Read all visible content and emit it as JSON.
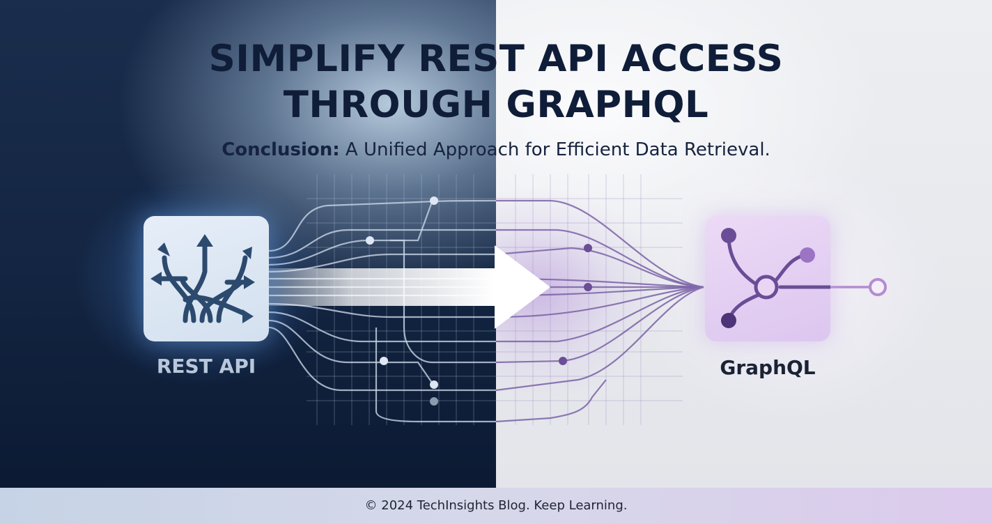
{
  "title_line1": "SIMPLIFY REST API ACCESS",
  "title_line2": "THROUGH GRAPHQL",
  "subtitle_bold": "Conclusion:",
  "subtitle_rest": " A Unified Approach for Efficient Data Retrieval.",
  "left_label": "REST API",
  "right_label": "GraphQL",
  "footer": "© 2024 TechInsights Blog. Keep Learning.",
  "colors": {
    "navy": "#0f1d38",
    "left_line": "#c8d4e6",
    "right_line": "#7a62a6",
    "rest_icon": "#2c4a6e",
    "graphql_node": "#6a4d96"
  },
  "icons": {
    "rest": "branching-arrows-icon",
    "graphql": "graph-node-icon",
    "transition": "right-arrow-icon"
  }
}
